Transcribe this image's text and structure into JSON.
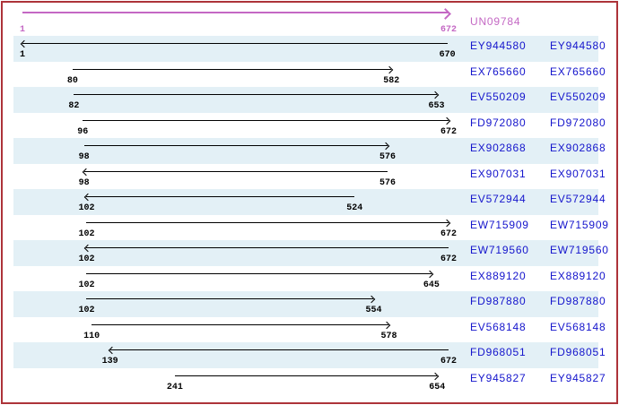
{
  "frame": {
    "border_color": "#ad3339",
    "background": "#ffffff"
  },
  "colors": {
    "row_band": "#e3f0f6",
    "accession_blue": "#1414cc",
    "reference_magenta": "#c468c4",
    "alignment_black": "#000000"
  },
  "header": {
    "label": "UN09784",
    "start_label": "1",
    "end_label": "672"
  },
  "axis": {
    "coord_min": 1,
    "coord_max": 672
  },
  "chart_data": {
    "type": "bar",
    "subtype": "sequence-alignment-range-arrows",
    "title": "UN09784",
    "xlabel": "",
    "ylabel": "",
    "x_range": [
      1,
      672
    ],
    "grid": false,
    "legend_position": "right-side-labels",
    "reference": {
      "label": "UN09784",
      "start": 1,
      "end": 672,
      "direction": "right",
      "color": "#c468c4"
    },
    "alignments": [
      {
        "label": "EY944580",
        "start": 1,
        "end": 670,
        "direction": "left"
      },
      {
        "label": "EX765660",
        "start": 80,
        "end": 582,
        "direction": "right"
      },
      {
        "label": "EV550209",
        "start": 82,
        "end": 653,
        "direction": "right"
      },
      {
        "label": "FD972080",
        "start": 96,
        "end": 672,
        "direction": "right"
      },
      {
        "label": "EX902868",
        "start": 98,
        "end": 576,
        "direction": "right"
      },
      {
        "label": "EX907031",
        "start": 98,
        "end": 576,
        "direction": "left"
      },
      {
        "label": "EV572944",
        "start": 102,
        "end": 524,
        "direction": "left"
      },
      {
        "label": "EW715909",
        "start": 102,
        "end": 672,
        "direction": "right"
      },
      {
        "label": "EW719560",
        "start": 102,
        "end": 672,
        "direction": "left"
      },
      {
        "label": "EX889120",
        "start": 102,
        "end": 645,
        "direction": "right"
      },
      {
        "label": "FD987880",
        "start": 102,
        "end": 554,
        "direction": "right"
      },
      {
        "label": "EV568148",
        "start": 110,
        "end": 578,
        "direction": "right"
      },
      {
        "label": "FD968051",
        "start": 139,
        "end": 672,
        "direction": "left"
      },
      {
        "label": "EY945827",
        "start": 241,
        "end": 654,
        "direction": "right"
      }
    ]
  }
}
